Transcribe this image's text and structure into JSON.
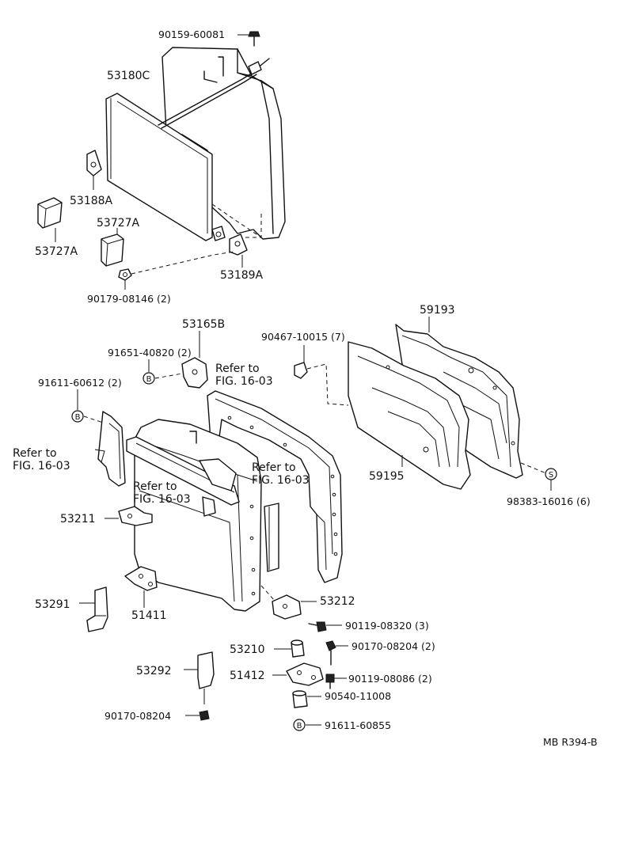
{
  "labels": {
    "p_90159_60081": "90159-60081",
    "p_53180C": "53180C",
    "p_53188A": "53188A",
    "p_53727A_upper": "53727A",
    "p_53727A_lower": "53727A",
    "p_53189A": "53189A",
    "p_90179_08146": "90179-08146 (2)",
    "p_59193": "59193",
    "p_53165B": "53165B",
    "p_90467_10015": "90467-10015 (7)",
    "p_91651_40820": "91651-40820 (2)",
    "p_91611_60612": "91611-60612 (2)",
    "p_59195": "59195",
    "p_98383_16016": "98383-16016 (6)",
    "p_53211": "53211",
    "p_53291": "53291",
    "p_51411": "51411",
    "p_53212": "53212",
    "p_90119_08320": "90119-08320 (3)",
    "p_53210": "53210",
    "p_90170_08204_right": "90170-08204 (2)",
    "p_51412": "51412",
    "p_90119_08086": "90119-08086 (2)",
    "p_53292": "53292",
    "p_90540_11008": "90540-11008",
    "p_90170_08204_left": "90170-08204",
    "p_91611_60855": "91611-60855",
    "figure_code": "MB R394-B"
  },
  "refs": {
    "ref_a_line1": "Refer to",
    "ref_a_line2": "FIG. 16-03",
    "ref_b_line1": "Refer to",
    "ref_b_line2": "FIG. 16-03",
    "ref_c_line1": "Refer to",
    "ref_c_line2": "FIG. 16-03",
    "ref_d_line1": "Refer to",
    "ref_d_line2": "FIG. 16-03"
  },
  "markers": {
    "b": "B",
    "s": "S"
  }
}
